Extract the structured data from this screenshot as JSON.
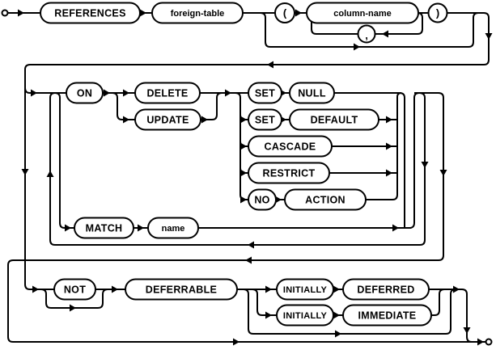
{
  "diagram": {
    "kind": "railroad-syntax-diagram",
    "line_color": "#000000",
    "background_color": "#ffffff",
    "nodes": {
      "references": {
        "label": "REFERENCES",
        "type": "keyword"
      },
      "foreign_table": {
        "label": "foreign-table",
        "type": "non-terminal"
      },
      "open_paren": {
        "label": "(",
        "type": "punctuation"
      },
      "column_name": {
        "label": "column-name",
        "type": "non-terminal"
      },
      "comma": {
        "label": ",",
        "type": "punctuation"
      },
      "close_paren": {
        "label": ")",
        "type": "punctuation"
      },
      "on": {
        "label": "ON",
        "type": "keyword"
      },
      "delete": {
        "label": "DELETE",
        "type": "keyword"
      },
      "update": {
        "label": "UPDATE",
        "type": "keyword"
      },
      "set_1": {
        "label": "SET",
        "type": "keyword"
      },
      "null": {
        "label": "NULL",
        "type": "keyword"
      },
      "set_2": {
        "label": "SET",
        "type": "keyword"
      },
      "default": {
        "label": "DEFAULT",
        "type": "keyword"
      },
      "cascade": {
        "label": "CASCADE",
        "type": "keyword"
      },
      "restrict": {
        "label": "RESTRICT",
        "type": "keyword"
      },
      "no": {
        "label": "NO",
        "type": "keyword"
      },
      "action": {
        "label": "ACTION",
        "type": "keyword"
      },
      "match": {
        "label": "MATCH",
        "type": "keyword"
      },
      "name": {
        "label": "name",
        "type": "non-terminal"
      },
      "not": {
        "label": "NOT",
        "type": "keyword"
      },
      "deferrable": {
        "label": "DEFERRABLE",
        "type": "keyword"
      },
      "initially_1": {
        "label": "INITIALLY",
        "type": "keyword"
      },
      "deferred": {
        "label": "DEFERRED",
        "type": "keyword"
      },
      "initially_2": {
        "label": "INITIALLY",
        "type": "keyword"
      },
      "immediate": {
        "label": "IMMEDIATE",
        "type": "keyword"
      }
    }
  }
}
